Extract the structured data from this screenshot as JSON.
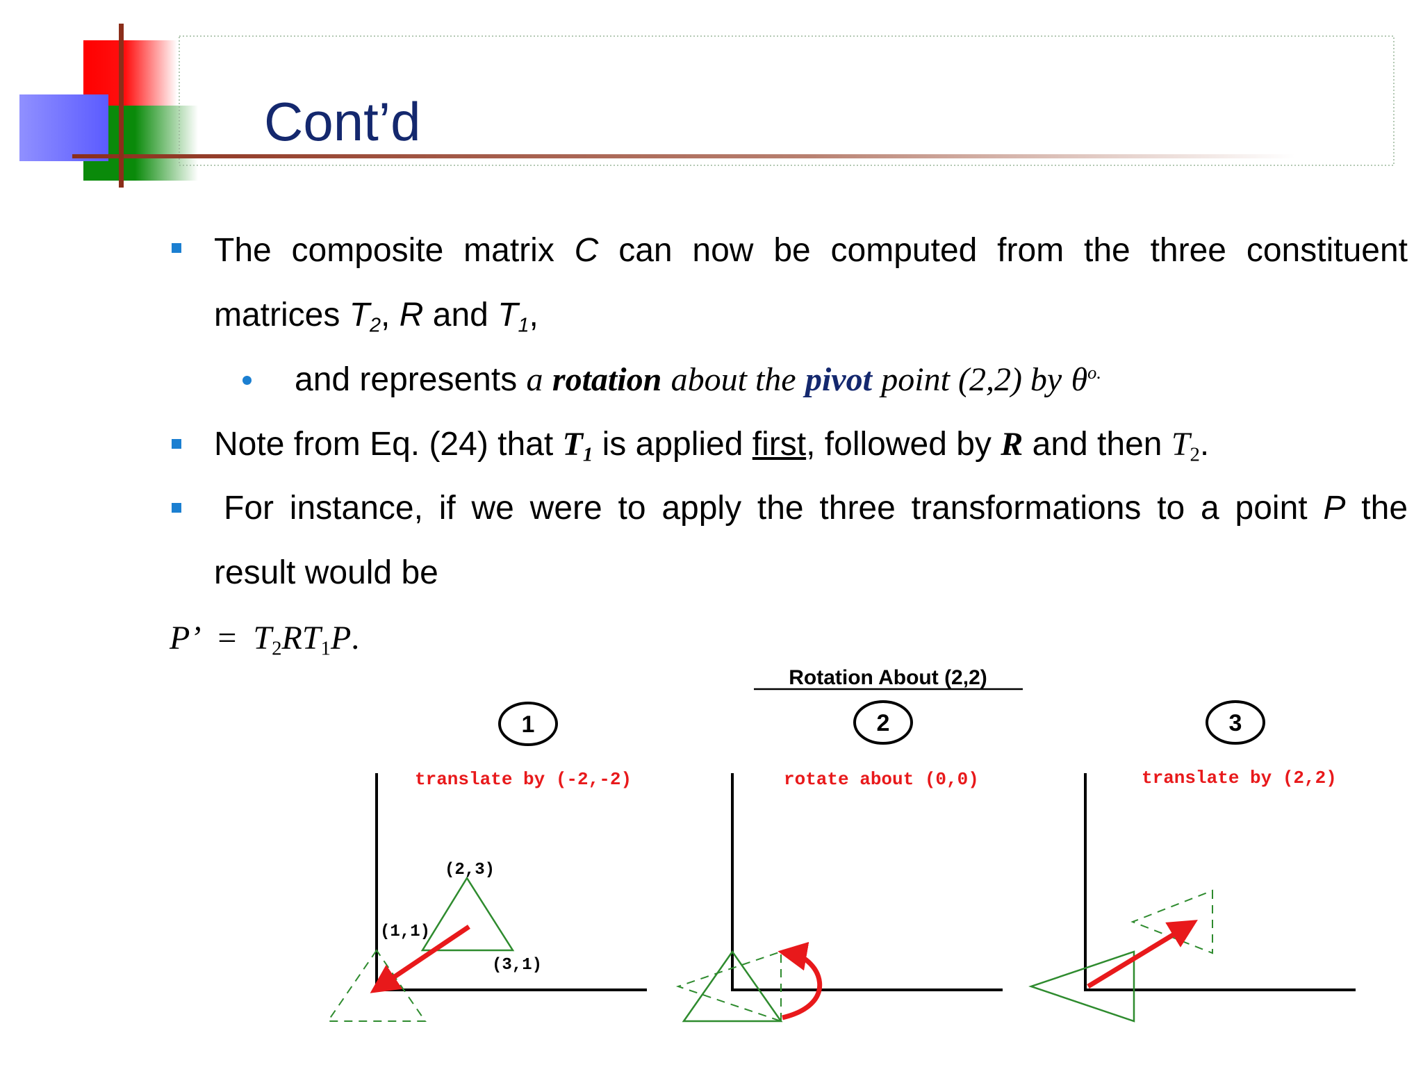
{
  "slide": {
    "title": "Cont’d",
    "bullet1": {
      "line1_pre": "The composite matrix",
      "C": "C",
      "line1_post": "can now be computed from the three constituent",
      "line2_pre": "matrices",
      "T": "T",
      "sub2": "2",
      "comma": ",",
      "R": "R",
      "and": "and",
      "sub1": "1"
    },
    "sub_bullet": {
      "pre": "and represents",
      "a": "a",
      "rotation": "rotation",
      "about_the": "about the",
      "pivot": "pivot",
      "post": "point (2,2) by",
      "theta": "θ",
      "degree": "o."
    },
    "bullet2": {
      "pre": "Note from Eq. (24) that",
      "T": "T",
      "sub1": "1",
      "mid1": "is applied",
      "first": "first",
      "mid2": ", followed by",
      "R": "R",
      "mid3": "and then",
      "sub2": "2",
      "end": "."
    },
    "bullet3": {
      "line1_pre": "For instance, if we were to apply the three transformations to a point",
      "P": "P",
      "line1_post": "the",
      "line2": "result would be"
    },
    "formula": {
      "lhs": "P’",
      "eq": "=",
      "T": "T",
      "sub2": "2",
      "R": "R",
      "sub1": "1",
      "P": "P",
      "dot": "."
    },
    "diagram": {
      "heading": "Rotation About (2,2)",
      "steps": [
        {
          "number": "1",
          "caption": "translate by (-2,-2)"
        },
        {
          "number": "2",
          "caption": "rotate about (0,0)"
        },
        {
          "number": "3",
          "caption": "translate by (2,2)"
        }
      ],
      "points": [
        "(2,3)",
        "(1,1)",
        "(3,1)"
      ],
      "colors": {
        "shape": "#2e8b2e",
        "arrow": "#e8191b",
        "caption": "#e8191b"
      }
    }
  }
}
